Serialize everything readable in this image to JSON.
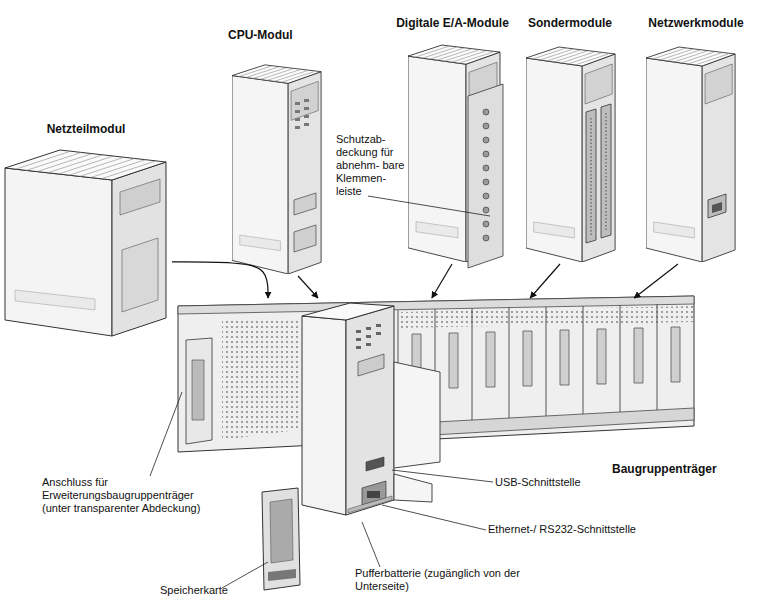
{
  "diagram": {
    "nodes": [
      {
        "text": [
          "Netzteilmodul"
        ]
      },
      {
        "text": [
          "CPU-Modul"
        ]
      },
      {
        "text": [
          "Digitale E/A-Module"
        ]
      },
      {
        "text": [
          "Sondermodule"
        ]
      },
      {
        "text": [
          "Netzwerkmodule"
        ]
      },
      {
        "text": [
          "Baugruppenträger"
        ]
      }
    ],
    "edges": [
      {
        "from": 0,
        "to": 5,
        "arrow": "to"
      },
      {
        "from": 1,
        "to": 5,
        "arrow": "to"
      },
      {
        "from": 2,
        "to": 5,
        "arrow": "to"
      },
      {
        "from": 3,
        "to": 5,
        "arrow": "to"
      },
      {
        "from": 4,
        "to": 5,
        "arrow": "to"
      }
    ],
    "labels": [
      "Schutzab- deckung für abnehm- bare Klemmen- leiste",
      "Anschluss für Erweiterungsbaugruppenträger (unter transparenter Abdeckung)",
      "USB-Schnittstelle",
      "Ethernet-/ RS232-Schnittstelle",
      "Speicherkarte",
      "Pufferbatterie (zugänglich von der Unterseite)"
    ]
  }
}
